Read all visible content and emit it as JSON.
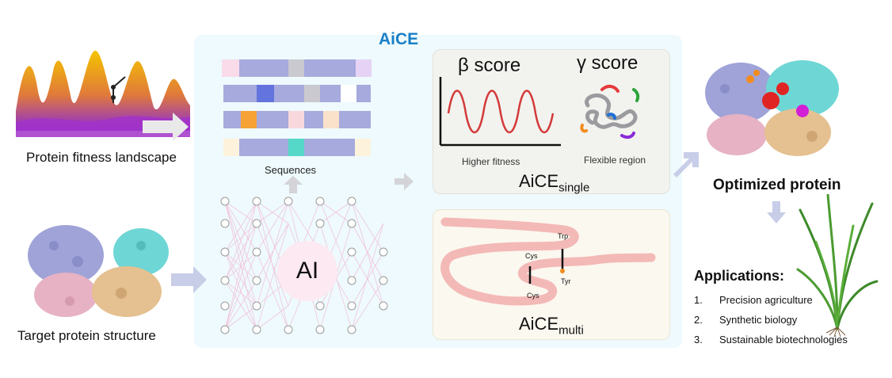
{
  "header": {
    "title": "AiCE"
  },
  "left": {
    "landscape_label": "Protein fitness landscape",
    "structure_label": "Target protein structure"
  },
  "middle": {
    "sequences_label": "Sequences",
    "ai_label": "AI"
  },
  "single_box": {
    "beta_score": "β score",
    "gamma_score": "γ  score",
    "higher_fitness": "Higher fitness",
    "flexible_region": "Flexible region",
    "name_main": "AiCE",
    "name_sub": "single"
  },
  "multi_box": {
    "cys_top": "Cys",
    "trp": "Trp",
    "cys_bottom": "Cys",
    "tyr": "Tyr",
    "name_main": "AiCE",
    "name_sub": "multi"
  },
  "right": {
    "optimized_label": "Optimized protein",
    "applications_title": "Applications:",
    "applications": [
      {
        "num": "1.",
        "text": "Precision agriculture"
      },
      {
        "num": "2.",
        "text": "Synthetic biology"
      },
      {
        "num": "3.",
        "text": "Sustainable biotechnologies"
      }
    ]
  },
  "colors": {
    "panel_bg": "#eefafd",
    "title_blue": "#1a7fc6",
    "arrow": "#c8cde8",
    "wave_red": "#d43a3a",
    "protein_lavender": "#9fa3d8",
    "protein_cyan": "#6fd6d6",
    "protein_tan": "#e5c090",
    "protein_pink": "#e7b2c4"
  }
}
